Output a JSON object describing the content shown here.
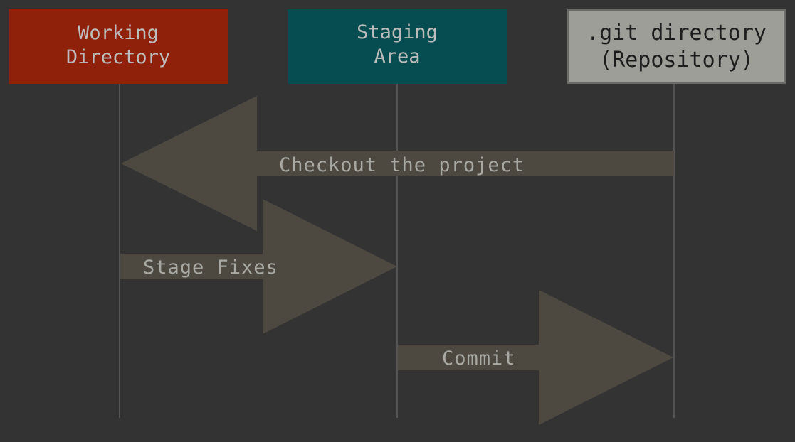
{
  "nodes": {
    "working_directory": {
      "line1": "Working",
      "line2": "Directory",
      "color": "#8f2009"
    },
    "staging_area": {
      "line1": "Staging",
      "line2": "Area",
      "color": "#064d52"
    },
    "git_directory": {
      "line1": ".git directory",
      "line2": "(Repository)",
      "color": "#9e9e99"
    }
  },
  "arrows": {
    "checkout": {
      "label": "Checkout the project",
      "from": "git_directory",
      "to": "working_directory"
    },
    "stage": {
      "label": "Stage Fixes",
      "from": "working_directory",
      "to": "staging_area"
    },
    "commit": {
      "label": "Commit",
      "from": "staging_area",
      "to": "git_directory"
    }
  },
  "colors": {
    "background": "#333333",
    "arrow": "#4d4941",
    "lifeline": "#545454"
  }
}
